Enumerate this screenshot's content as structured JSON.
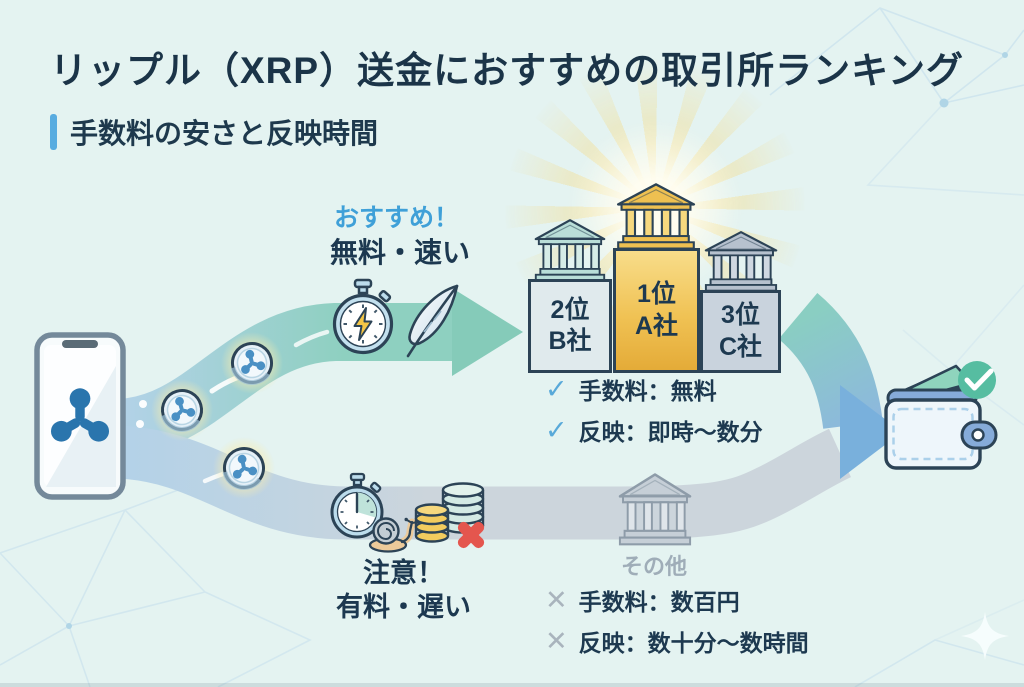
{
  "title": "リップル（XRP）送金におすすめの取引所ランキング",
  "subtitle": "手数料の安さと反映時間",
  "fast_route": {
    "tagline": "おすすめ！",
    "description": "無料・速い",
    "features": [
      {
        "mark": "✓",
        "text": "手数料：無料"
      },
      {
        "mark": "✓",
        "text": "反映：即時〜数分"
      }
    ]
  },
  "ranking": [
    {
      "rank": "2位",
      "company": "B社"
    },
    {
      "rank": "1位",
      "company": "A社"
    },
    {
      "rank": "3位",
      "company": "C社"
    }
  ],
  "slow_route": {
    "tagline": "注意！",
    "description": "有料・遅い",
    "other_label": "その他",
    "features": [
      {
        "mark": "✕",
        "text": "手数料：数百円"
      },
      {
        "mark": "✕",
        "text": "反映：数十分〜数時間"
      }
    ]
  },
  "icons": {
    "source": "smartphone-ripple-icon",
    "currency": "xrp-coin-icon",
    "fast_speed": "stopwatch-lightning-icon",
    "fast_light": "feather-icon",
    "slow_speed": "stopwatch-snail-icon",
    "slow_fee": "coins-cross-icon",
    "ranked_exchange": "bank-icon",
    "destination": "wallet-check-icon",
    "success": "check-badge-icon",
    "decoration": "sparkle-icon"
  },
  "colors": {
    "background": "#e4f3f1",
    "heading_text": "#1c3850",
    "accent_blue": "#3fa0d8",
    "fast_arrow": "#85cbb9",
    "slow_arrow": "#c9d3da",
    "merge_arrow": "#79b0dc",
    "gold": "#e9b843",
    "teal_bank": "#b9ded8",
    "gray_bank": "#b6c1ce",
    "check": "#58a9d9",
    "cross": "#a9b4bd",
    "error_red": "#e4564e",
    "success_green": "#56bda1",
    "ripple_blue": "#2a75ad"
  }
}
